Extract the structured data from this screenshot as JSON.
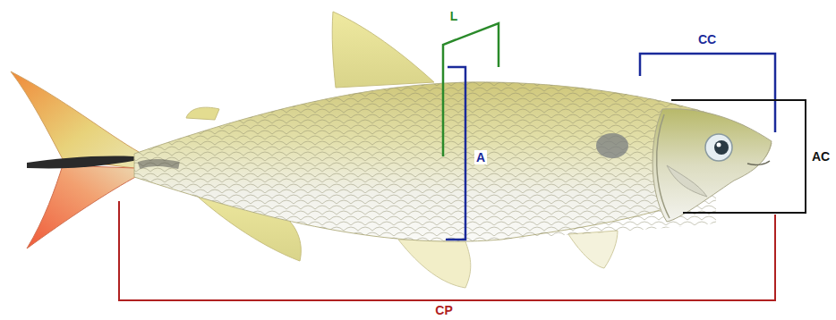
{
  "diagram": {
    "labels": [
      "L",
      "CC",
      "A",
      "AC",
      "CP"
    ]
  }
}
